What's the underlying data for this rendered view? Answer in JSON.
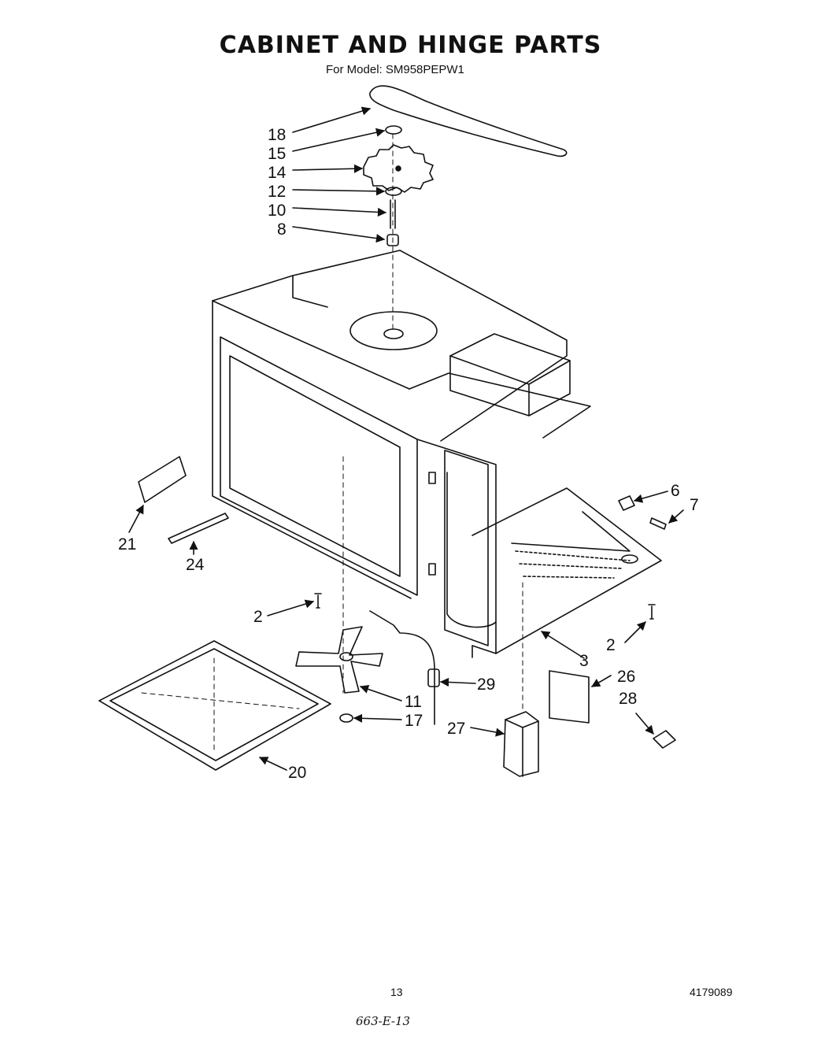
{
  "header": {
    "title": "CABINET AND HINGE PARTS",
    "model_line": "For Model: SM958PEPW1"
  },
  "callouts": {
    "c18": "18",
    "c15": "15",
    "c14": "14",
    "c12": "12",
    "c10": "10",
    "c8": "8",
    "c6": "6",
    "c7": "7",
    "c21": "21",
    "c24": "24",
    "c2a": "2",
    "c2b": "2",
    "c3": "3",
    "c26": "26",
    "c28": "28",
    "c29": "29",
    "c11": "11",
    "c17": "17",
    "c27": "27",
    "c20": "20"
  },
  "footer": {
    "page_number": "13",
    "part_number": "4179089",
    "handwritten": "663-E-13"
  }
}
